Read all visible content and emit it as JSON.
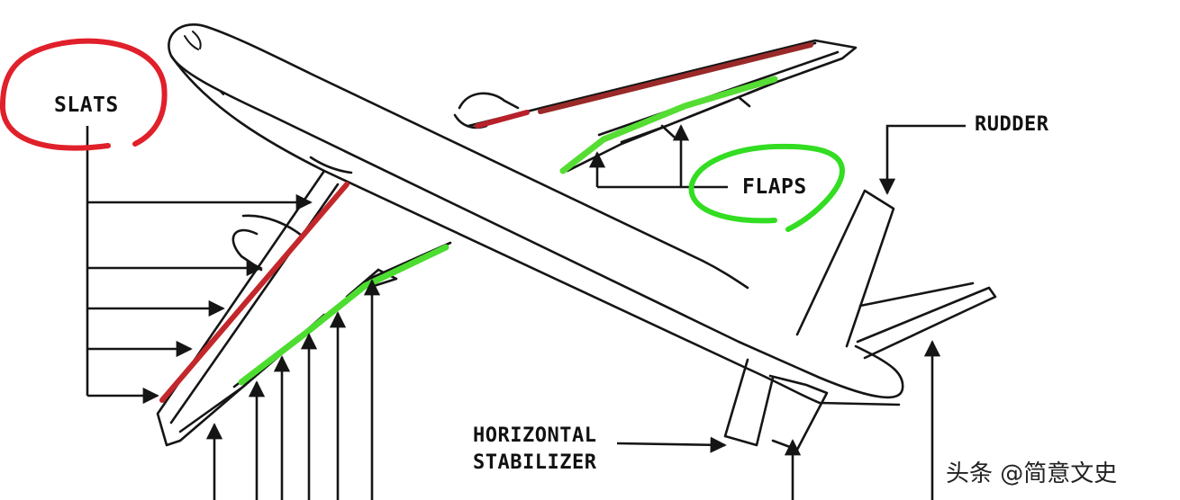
{
  "labels": {
    "slats": "SLATS",
    "flaps": "FLAPS",
    "rudder": "RUDDER",
    "horizontal_stabilizer_line1": "HORIZONTAL",
    "horizontal_stabilizer_line2": "STABILIZER"
  },
  "watermark": "头条 @简意文史",
  "colors": {
    "slats_highlight": "#e0202a",
    "slats_line": "#c0262a",
    "flaps_highlight": "#33dd22",
    "flaps_line": "#4be03a",
    "outline": "#151515"
  }
}
